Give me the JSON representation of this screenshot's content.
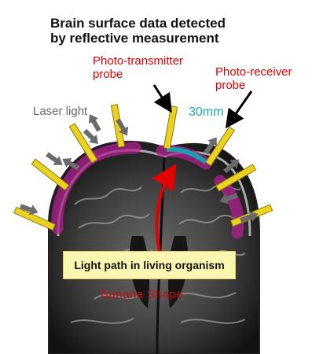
{
  "title_line1": "Brain surface data detected",
  "title_line2": "by reflective measurement",
  "transmitter_line1": "Photo-transmitter",
  "transmitter_line2": "probe",
  "receiver_line1": "Photo-receiver",
  "receiver_line2": "probe",
  "laser_label": "Laser light",
  "distance_label": "30mm",
  "path_label": "Light path in living organism",
  "shape_label": "Banana Shape",
  "colors": {
    "probe": "#ebd21e",
    "measurement_zone": "#b0208f",
    "arrows": "#6b6b6b",
    "banana_arc": "#e30000",
    "distance_mark": "#18a0b0"
  },
  "icons": [
    "brain-mri-slice",
    "laser-arrow-icon",
    "pointer-arrow-icon"
  ]
}
